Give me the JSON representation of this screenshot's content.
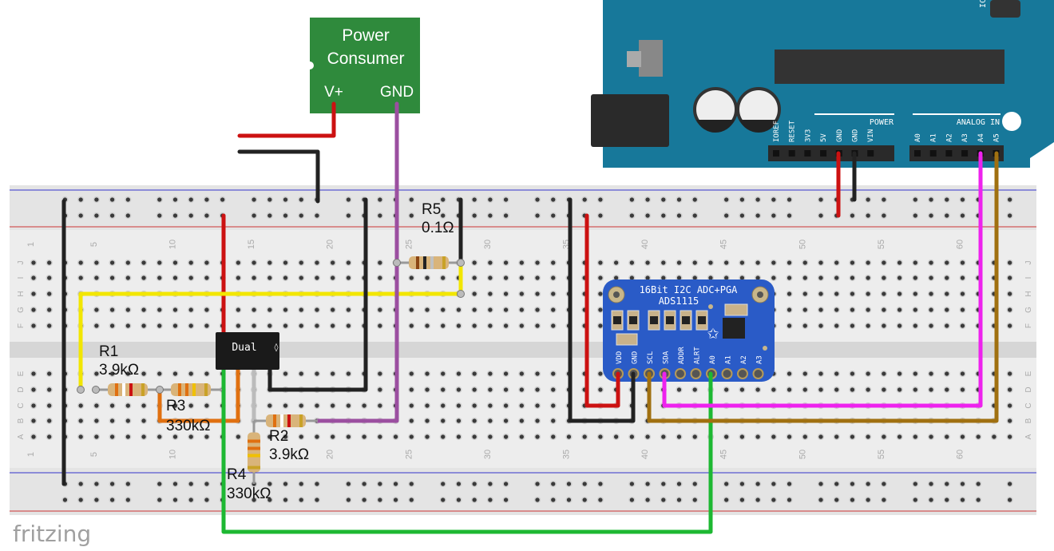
{
  "power_consumer": {
    "title_line1": "Power",
    "title_line2": "Consumer",
    "pin_vplus": "V+",
    "pin_gnd": "GND",
    "color": "#2f8a3c"
  },
  "ic": {
    "label": "Dual"
  },
  "resistors": [
    {
      "name": "R1",
      "value": "3.9kΩ"
    },
    {
      "name": "R2",
      "value": "3.9kΩ"
    },
    {
      "name": "R3",
      "value": "330kΩ"
    },
    {
      "name": "R4",
      "value": "330kΩ"
    },
    {
      "name": "R5",
      "value": "0.1Ω"
    }
  ],
  "adc_board": {
    "title": "16Bit I2C ADC+PGA",
    "model": "ADS1115",
    "pins": [
      "VDD",
      "GND",
      "SCL",
      "SDA",
      "ADDR",
      "ALRT",
      "A0",
      "A1",
      "A2",
      "A3"
    ],
    "color": "#2a5bc7"
  },
  "arduino": {
    "icsp": "ICSP",
    "power_header": "POWER",
    "analog_header": "ANALOG IN",
    "power_pins": [
      "IOREF",
      "RESET",
      "3V3",
      "5V",
      "GND",
      "GND",
      "VIN"
    ],
    "analog_pins": [
      "A0",
      "A1",
      "A2",
      "A3",
      "A4",
      "A5"
    ],
    "color": "#17789a"
  },
  "breadboard": {
    "row_letters_top": [
      "J",
      "I",
      "H",
      "G",
      "F"
    ],
    "row_letters_bottom": [
      "E",
      "D",
      "C",
      "B",
      "A"
    ],
    "column_labels": [
      "1",
      "5",
      "10",
      "15",
      "20",
      "25",
      "30",
      "35",
      "40",
      "45",
      "50",
      "55",
      "60"
    ]
  },
  "wire_colors": {
    "red": "#cc1111",
    "black": "#222222",
    "yellow": "#f2e600",
    "purple": "#9b4fa0",
    "green": "#1db832",
    "orange": "#e07010",
    "magenta": "#ee22ee",
    "brown": "#a07010",
    "grey": "#bbbbbb"
  },
  "logo": "fritzing"
}
